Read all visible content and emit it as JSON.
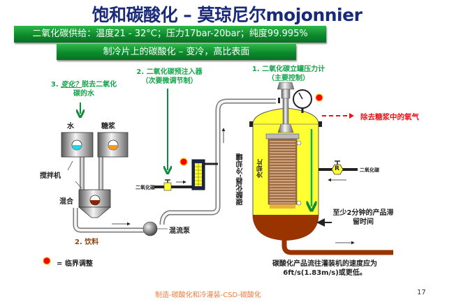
{
  "slide": {
    "title": "饱和碳酸化 – 莫琼尼尔mojonnier",
    "banner_1": "二氧化碳供给：温度21 - 32°C；压力17bar-20bar；纯度99.995%",
    "banner_2": "制冷片上的碳酸化 – 变冷，高比表面",
    "footer": "制造-碳酸化和冷灌装-CSD-碳酸化",
    "page_number": "17"
  },
  "callouts": {
    "step3_prefix": "3. ",
    "step3_italic": "变化？",
    "step3_rest": "脱去二氧化",
    "step3_line2": "碳的水",
    "step2_line1": "2. 二氧化碳预注入器",
    "step2_line2": "（次要微调节制）",
    "step1_line1": "1. 二氧化碳立罐压力计",
    "step1_line2": "（主要控制）",
    "oxygen_removal": "除去糖浆中的氧气"
  },
  "labels": {
    "water": "水",
    "syrup": "糖浆",
    "mixer": "搅拌机",
    "mix": "混合",
    "beverage": "2. 饮料",
    "co2_left": "二氧化碳",
    "co2_right": "二氧化碳",
    "pump": "混流泵",
    "carbonator": "碳酸化器-冷却罐",
    "cooling_plate": "冷却片",
    "regulator": "R",
    "residence_line1": "至少2分钟的产品滞",
    "residence_line2": "留时间",
    "flow_line1": "碳酸化产品流往灌装机的速度应为",
    "flow_line2": "6ft/s(1.83m/s)或更低。"
  },
  "legend": {
    "marker": "red-dot",
    "text": "= 临界调整"
  },
  "colors": {
    "title": "#1a2a7a",
    "banner": "#0d8a2c",
    "callout_green": "#14a54a",
    "critical_red": "#e8141c",
    "tank_yellow": "#ffff33",
    "product_brown": "#993300",
    "footer_orange": "#f07a3c"
  }
}
